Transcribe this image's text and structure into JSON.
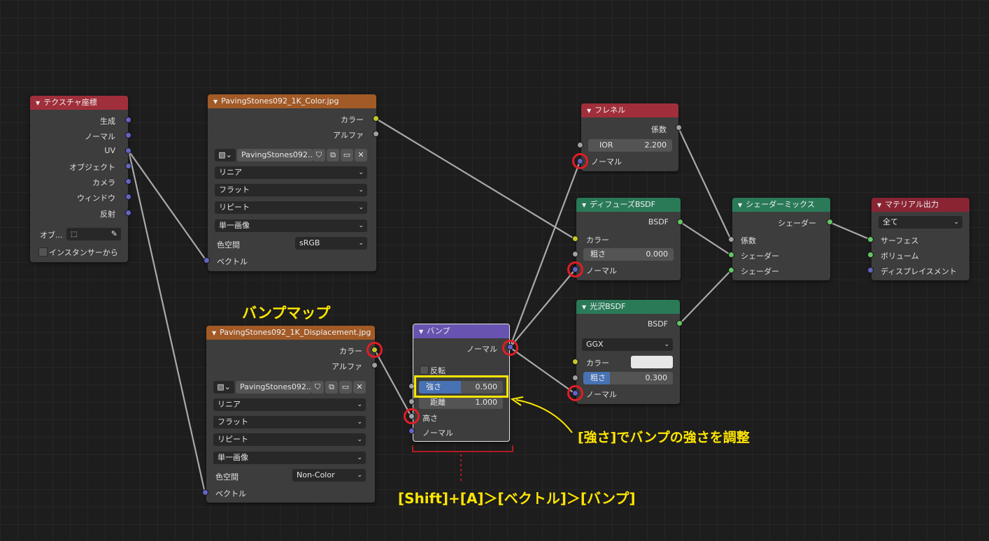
{
  "nodes": {
    "texcoord": {
      "title": "テクスチャ座標",
      "outputs": [
        "生成",
        "ノーマル",
        "UV",
        "オブジェクト",
        "カメラ",
        "ウィンドウ",
        "反射"
      ],
      "object_label": "オブ...",
      "instancer_label": "インスタンサーから"
    },
    "color_image": {
      "title": "PavingStones092_1K_Color.jpg",
      "out_color": "カラー",
      "out_alpha": "アルファ",
      "image_name": "PavingStones092...",
      "interpolation": "リニア",
      "projection": "フラット",
      "extension": "リピート",
      "source": "単一画像",
      "colorspace_label": "色空間",
      "colorspace": "sRGB",
      "in_vector": "ベクトル"
    },
    "disp_image": {
      "title": "PavingStones092_1K_Displacement.jpg",
      "out_color": "カラー",
      "out_alpha": "アルファ",
      "image_name": "PavingStones092...",
      "interpolation": "リニア",
      "projection": "フラット",
      "extension": "リピート",
      "source": "単一画像",
      "colorspace_label": "色空間",
      "colorspace": "Non-Color",
      "in_vector": "ベクトル"
    },
    "bump": {
      "title": "バンプ",
      "out_normal": "ノーマル",
      "invert_label": "反転",
      "strength_label": "強さ",
      "strength_value": "0.500",
      "strength_fill": 0.5,
      "distance_label": "距離",
      "distance_value": "1.000",
      "in_height": "高さ",
      "in_normal": "ノーマル"
    },
    "fresnel": {
      "title": "フレネル",
      "out_fac": "係数",
      "ior_label": "IOR",
      "ior_value": "2.200",
      "in_normal": "ノーマル"
    },
    "diffuse": {
      "title": "ディフューズBSDF",
      "out_bsdf": "BSDF",
      "in_color": "カラー",
      "rough_label": "粗さ",
      "rough_value": "0.000",
      "in_normal": "ノーマル"
    },
    "glossy": {
      "title": "光沢BSDF",
      "out_bsdf": "BSDF",
      "distribution": "GGX",
      "in_color": "カラー",
      "color_swatch": "#e8e8e8",
      "rough_label": "粗さ",
      "rough_value": "0.300",
      "rough_fill": 0.3,
      "in_normal": "ノーマル"
    },
    "mix": {
      "title": "シェーダーミックス",
      "out_shader": "シェーダー",
      "in_fac": "係数",
      "in_shader1": "シェーダー",
      "in_shader2": "シェーダー"
    },
    "output": {
      "title": "マテリアル出力",
      "target": "全て",
      "in_surface": "サーフェス",
      "in_volume": "ボリューム",
      "in_displacement": "ディスプレイスメント"
    }
  },
  "annotations": {
    "bump_map_title": "バンプマップ",
    "strength_note": "[強さ]でバンプの強さを調整",
    "shortcut_note": "[Shift]+[A]＞[ベクトル]＞[バンプ]"
  },
  "colors": {
    "socket_vector": "#6363c7",
    "socket_color": "#c7c729",
    "socket_float": "#a1a1a1",
    "socket_shader": "#63c763",
    "highlight_ring": "#e11d26",
    "annotation": "#ffe600"
  }
}
